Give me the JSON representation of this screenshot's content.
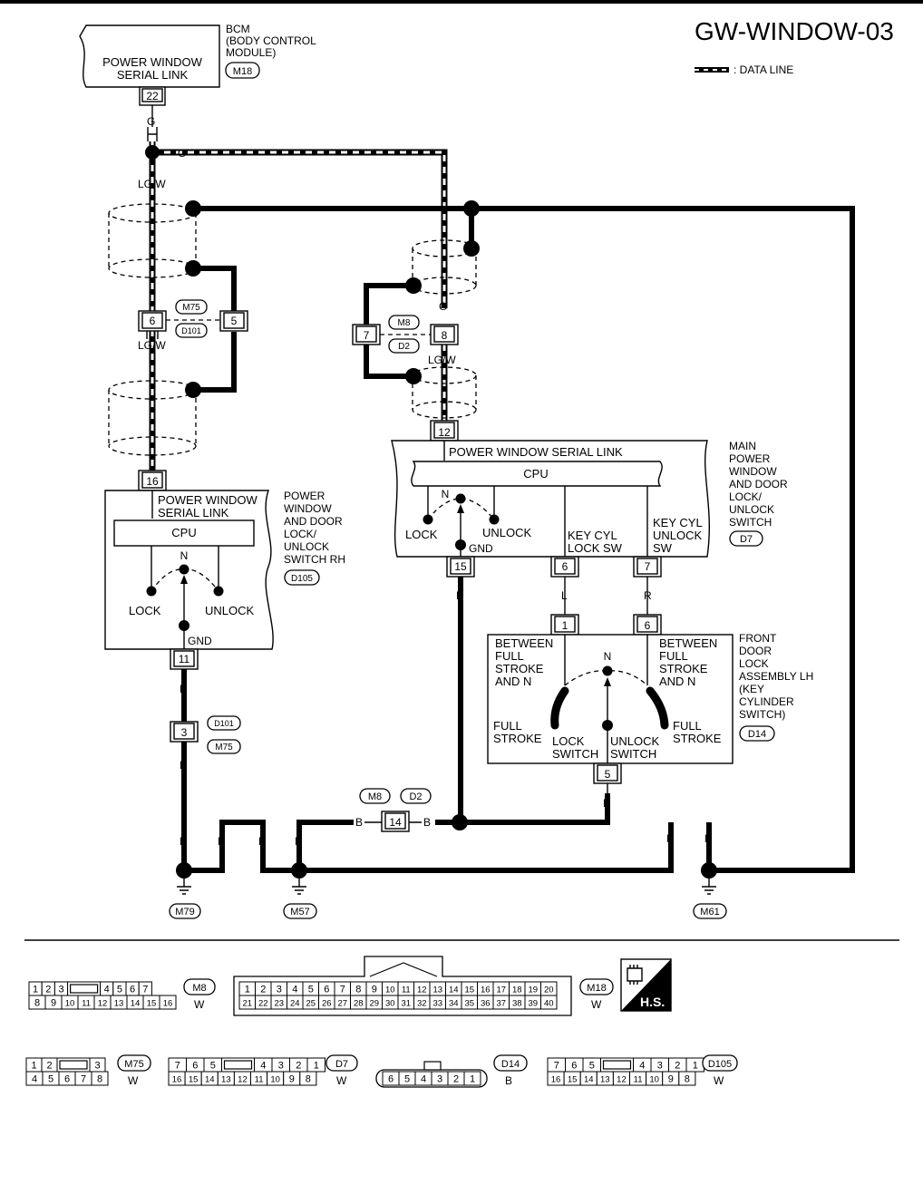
{
  "title": "GW-WINDOW-03",
  "legend": {
    "data_line": ": DATA LINE"
  },
  "bcm": {
    "label": [
      "BCM",
      "(BODY CONTROL",
      "MODULE)"
    ],
    "connector": "M18",
    "box_text": [
      "POWER WINDOW",
      "SERIAL LINK"
    ],
    "pin": "22"
  },
  "rh_switch": {
    "label": [
      "POWER",
      "WINDOW",
      "AND DOOR",
      "LOCK/",
      "UNLOCK",
      "SWITCH RH"
    ],
    "connector": "D105",
    "serial_link": [
      "POWER WINDOW",
      "SERIAL LINK"
    ],
    "cpu": "CPU",
    "n": "N",
    "lock": "LOCK",
    "unlock": "UNLOCK",
    "gnd": "GND",
    "pin_top": "16",
    "pin_bottom": "11"
  },
  "main_switch": {
    "label": [
      "MAIN",
      "POWER",
      "WINDOW",
      "AND DOOR",
      "LOCK/",
      "UNLOCK",
      "SWITCH"
    ],
    "connector": "D7",
    "serial_link": "POWER WINDOW SERIAL LINK",
    "cpu": "CPU",
    "n": "N",
    "lock": "LOCK",
    "unlock": "UNLOCK",
    "gnd": "GND",
    "key_lock": [
      "KEY CYL",
      "LOCK SW"
    ],
    "key_unlock": [
      "KEY CYL",
      "UNLOCK",
      "SW"
    ],
    "pin_top": "12",
    "pin_gnd": "15",
    "pin_lock": "6",
    "pin_unlock": "7"
  },
  "door_lock": {
    "label": [
      "FRONT",
      "DOOR",
      "LOCK",
      "ASSEMBLY LH",
      "(KEY",
      "CYLINDER",
      "SWITCH)"
    ],
    "connector": "D14",
    "between_left": [
      "BETWEEN",
      "FULL",
      "STROKE",
      "AND N"
    ],
    "between_right": [
      "BETWEEN",
      "FULL",
      "STROKE",
      "AND N"
    ],
    "full_left": [
      "FULL",
      "STROKE"
    ],
    "full_right": [
      "FULL",
      "STROKE"
    ],
    "lock_sw": [
      "LOCK",
      "SWITCH"
    ],
    "unlock_sw": [
      "UNLOCK",
      "SWITCH"
    ],
    "n": "N",
    "pin_lock": "1",
    "pin_unlock": "6",
    "pin_ground": "5"
  },
  "wires": {
    "g": "G",
    "lgw": "LG/W",
    "b": "B",
    "l": "L",
    "r": "R"
  },
  "connectors": {
    "m75": "M75",
    "d101": "D101",
    "m8": "M8",
    "d2": "D2",
    "pin_m75_6": "6",
    "pin_m75_5": "5",
    "pin_m8_7": "7",
    "pin_m8_8": "8",
    "pin_d101_3": "3",
    "pin_m8_14": "14"
  },
  "grounds": {
    "m79": "M79",
    "m57": "M57",
    "m61": "M61"
  },
  "bottom_connectors": {
    "m8": {
      "id": "M8",
      "color": "W",
      "top": [
        "1",
        "2",
        "3",
        "",
        "4",
        "5",
        "6",
        "7"
      ],
      "bottom": [
        "8",
        "9",
        "10",
        "11",
        "12",
        "13",
        "14",
        "15",
        "16"
      ]
    },
    "m18": {
      "id": "M18",
      "color": "W",
      "top": [
        "1",
        "2",
        "3",
        "4",
        "5",
        "6",
        "7",
        "8",
        "9",
        "10",
        "11",
        "12",
        "13",
        "14",
        "15",
        "16",
        "17",
        "18",
        "19",
        "20"
      ],
      "bottom": [
        "21",
        "22",
        "23",
        "24",
        "25",
        "26",
        "27",
        "28",
        "29",
        "30",
        "31",
        "32",
        "33",
        "34",
        "35",
        "36",
        "37",
        "38",
        "39",
        "40"
      ]
    },
    "m75": {
      "id": "M75",
      "color": "W",
      "top": [
        "1",
        "2",
        "",
        "3"
      ],
      "bottom": [
        "4",
        "5",
        "6",
        "7",
        "8"
      ]
    },
    "d7": {
      "id": "D7",
      "color": "W",
      "top": [
        "7",
        "6",
        "5",
        "",
        "4",
        "3",
        "2",
        "1"
      ],
      "bottom": [
        "16",
        "15",
        "14",
        "13",
        "12",
        "11",
        "10",
        "9",
        "8"
      ]
    },
    "d14": {
      "id": "D14",
      "color": "B",
      "pins": [
        "6",
        "5",
        "4",
        "3",
        "2",
        "1"
      ]
    },
    "d105": {
      "id": "D105",
      "color": "W",
      "top": [
        "7",
        "6",
        "5",
        "",
        "4",
        "3",
        "2",
        "1"
      ],
      "bottom": [
        "16",
        "15",
        "14",
        "13",
        "12",
        "11",
        "10",
        "9",
        "8"
      ]
    },
    "hs": "H.S."
  }
}
